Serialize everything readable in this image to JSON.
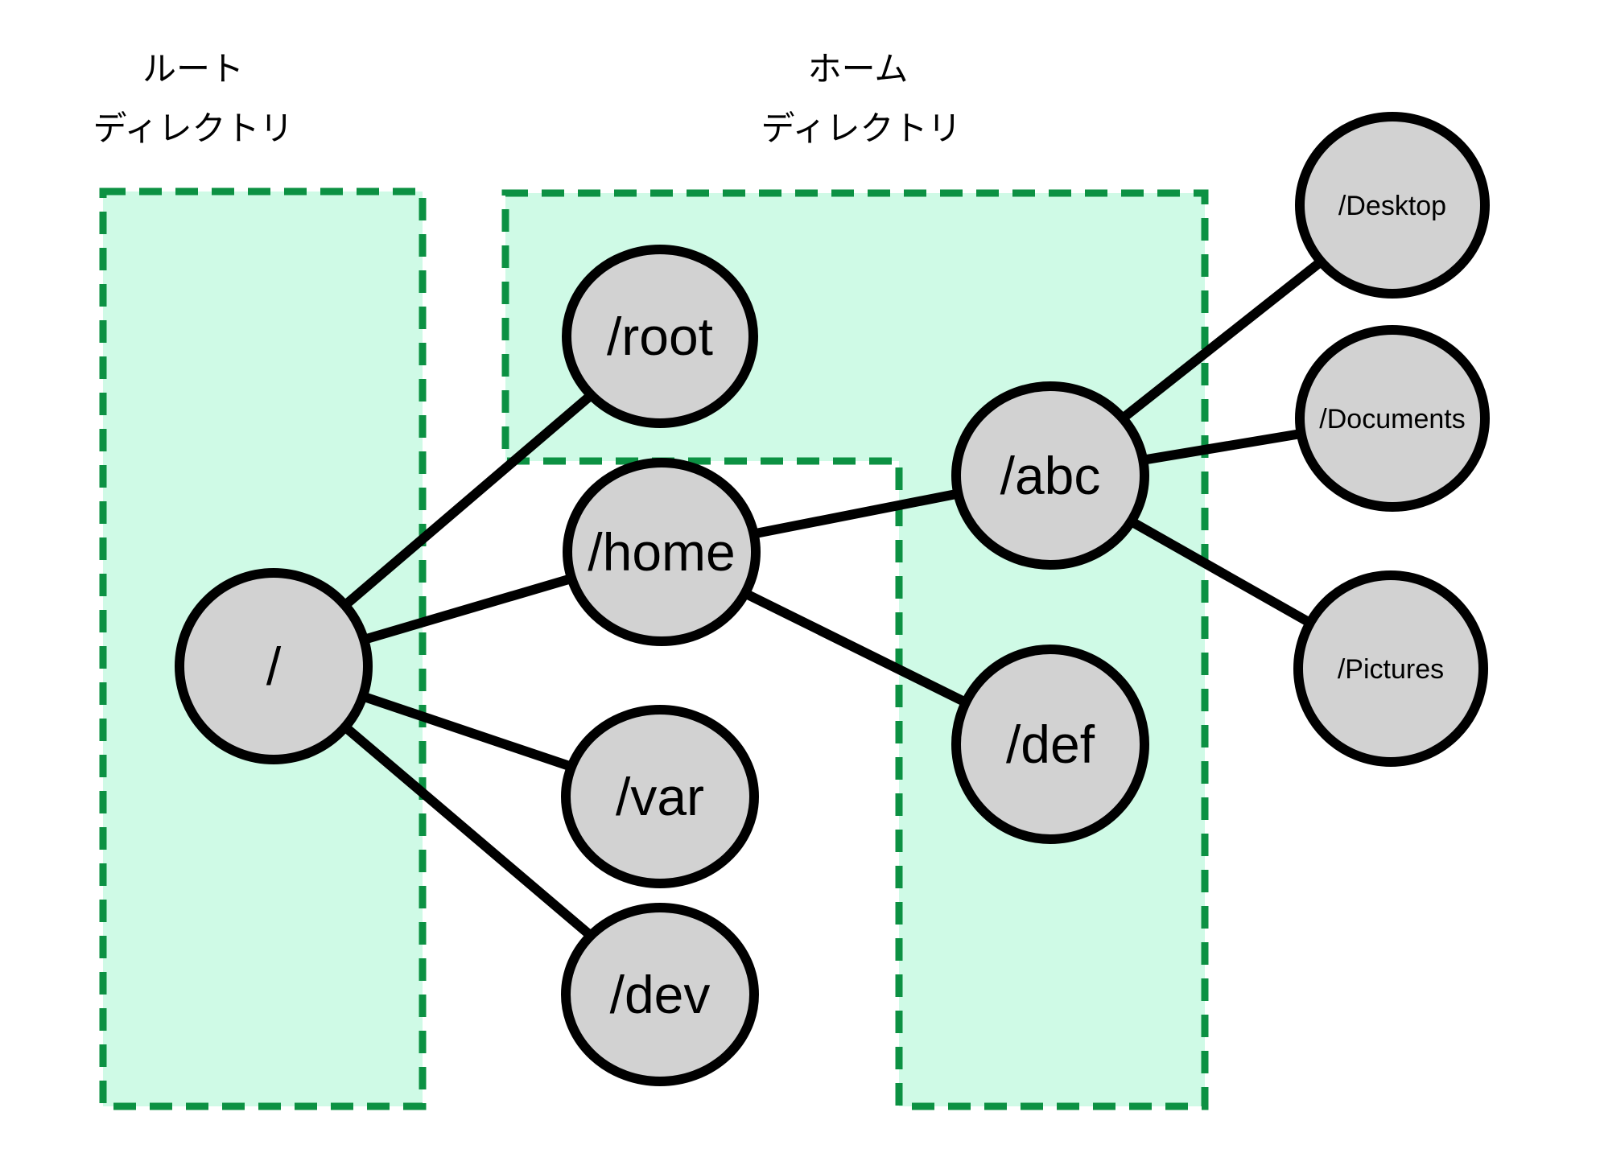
{
  "diagram": {
    "title_labels": {
      "root_directory": {
        "line1": "ルート",
        "line2": "ディレクトリ"
      },
      "home_directory": {
        "line1": "ホーム",
        "line2": "ディレクトリ"
      }
    },
    "nodes": [
      {
        "id": "root",
        "label": "/",
        "parent": null
      },
      {
        "id": "slashroot",
        "label": "/root",
        "parent": "/"
      },
      {
        "id": "home",
        "label": "/home",
        "parent": "/"
      },
      {
        "id": "var",
        "label": "/var",
        "parent": "/"
      },
      {
        "id": "dev",
        "label": "/dev",
        "parent": "/"
      },
      {
        "id": "abc",
        "label": "/abc",
        "parent": "/home"
      },
      {
        "id": "def",
        "label": "/def",
        "parent": "/home"
      },
      {
        "id": "desktop",
        "label": "/Desktop",
        "parent": "/abc"
      },
      {
        "id": "documents",
        "label": "/Documents",
        "parent": "/abc"
      },
      {
        "id": "pictures",
        "label": "/Pictures",
        "parent": "/abc"
      }
    ],
    "edges": [
      {
        "from": "/",
        "to": "/root"
      },
      {
        "from": "/",
        "to": "/home"
      },
      {
        "from": "/",
        "to": "/var"
      },
      {
        "from": "/",
        "to": "/dev"
      },
      {
        "from": "/home",
        "to": "/abc"
      },
      {
        "from": "/home",
        "to": "/def"
      },
      {
        "from": "/abc",
        "to": "/Desktop"
      },
      {
        "from": "/abc",
        "to": "/Documents"
      },
      {
        "from": "/abc",
        "to": "/Pictures"
      }
    ],
    "colors": {
      "region_fill": "#cffae6",
      "region_border": "#0c9143",
      "node_fill": "#d2d2d2",
      "node_border": "#000000",
      "edge": "#000000",
      "background": "#ffffff",
      "text": "#000000"
    }
  }
}
